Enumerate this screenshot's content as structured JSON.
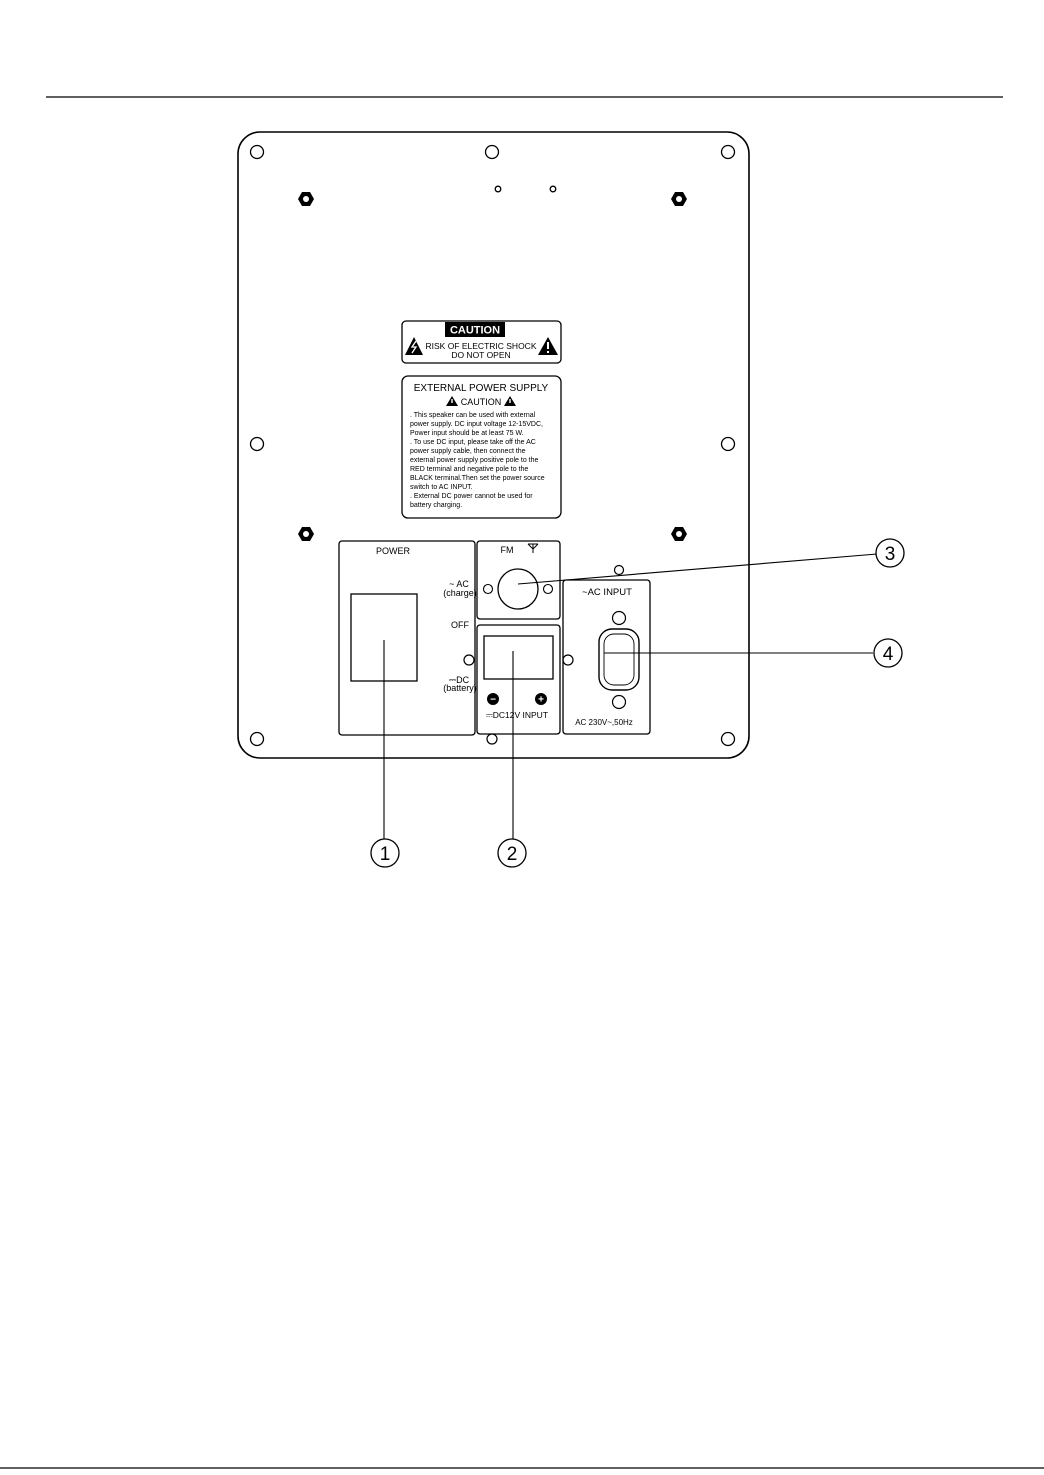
{
  "caution_label": {
    "title": "CAUTION",
    "line1": "RISK OF ELECTRIC SHOCK",
    "line2": "DO NOT OPEN"
  },
  "power_supply_label": {
    "title": "EXTERNAL POWER SUPPLY",
    "caution": "CAUTION",
    "lines": [
      ". This speaker can be used with external",
      "  power supply. DC input voltage 12-15VDC,",
      "  Power input should be at least 75 W.",
      ". To use DC input, please take off the AC",
      "  power supply cable, then connect the",
      "  external power supply positive pole to the",
      "  RED terminal and negative pole to the",
      "  BLACK terminal.Then set the power source",
      "  switch to AC INPUT.",
      ". External DC power cannot be used for",
      "  battery charging."
    ]
  },
  "power_panel": {
    "title": "POWER",
    "ac_line1": "~ AC",
    "ac_line2": "(charge)",
    "off": "OFF",
    "dc_line1": "⎓DC",
    "dc_line2": "(battery)"
  },
  "fm_panel": {
    "title": "FM"
  },
  "dc_panel": {
    "title": "⎓DC12V INPUT",
    "minus": "−",
    "plus": "+"
  },
  "ac_panel": {
    "title": "~AC  INPUT",
    "rating": "AC 230V~,50Hz"
  },
  "callouts": [
    "1",
    "2",
    "3",
    "4"
  ]
}
